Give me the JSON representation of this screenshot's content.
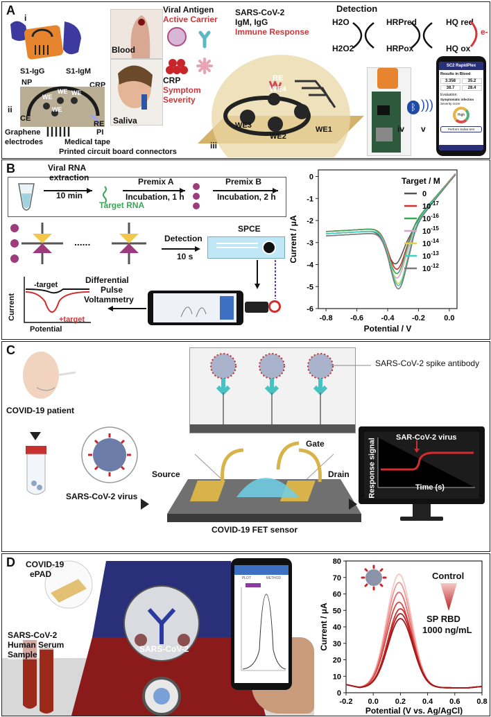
{
  "panel_a": {
    "label": "A",
    "sub_i": "i",
    "sub_ii": "ii",
    "sub_iii": "iii",
    "sub_iv": "iv",
    "sub_v": "v",
    "electrode_labels": [
      "S1-IgG",
      "S1-IgM",
      "NP",
      "CRP",
      "CE",
      "RE",
      "PI"
    ],
    "we": "WE",
    "graphene": "Graphene",
    "electrodes": "electrodes",
    "medical_tape": "Medical tape",
    "pcb": "Printed circuit board connectors",
    "blood": "Blood",
    "saliva": "Saliva",
    "viral_antigen": "Viral Antigen",
    "active_carrier": "Active Carrier",
    "crp": "CRP",
    "symptom": "Symptom",
    "severity": "Severity",
    "sars": "SARS-CoV-2",
    "igm_igg": "IgM, IgG",
    "immune": "Immune Response",
    "re": "RE",
    "we_numbered": [
      "WE4",
      "WE3",
      "WE2",
      "WE1"
    ],
    "detection": "Detection",
    "h2o": "H2O",
    "h2o2": "H2O2",
    "hrp_red": "HRPred",
    "hrp_ox": "HRPox",
    "hq_red": "HQ red",
    "hq_ox": "HQ ox",
    "electron": "e-",
    "phone": {
      "title": "SC2 RapidPlex",
      "results": "Results in Blood",
      "values": [
        "3.358",
        "35.2",
        "38.7",
        "28.4"
      ],
      "evaluation": "Evaluation:",
      "infection": "Symptomatic infection",
      "severity": "Severity score",
      "severity_value": "High",
      "button": "Perform Saliva test"
    }
  },
  "panel_b": {
    "label": "B",
    "viral_rna": "Viral RNA",
    "extraction": "extraction",
    "ten_min": "10 min",
    "target_rna": "Target RNA",
    "premix_a": "Premix A",
    "incubation_1h": "Incubation, 1 h",
    "premix_b": "Premix B",
    "incubation_2h": "Incubation, 2 h",
    "detection": "Detection",
    "ten_s": "10 s",
    "spce": "SPCE",
    "dpv": [
      "Differential",
      "Pulse",
      "Voltammetry"
    ],
    "minus_target": "-target",
    "plus_target": "+target",
    "current": "Current",
    "potential": "Potential",
    "dots": "......"
  },
  "panel_c": {
    "label": "C",
    "patient": "COVID-19 patient",
    "virus": "SARS-CoV-2 virus",
    "antibody": "SARS-CoV-2 spike antibody",
    "gate": "Gate",
    "source": "Source",
    "drain": "Drain",
    "sensor": "COVID-19 FET sensor",
    "signal_virus": "SAR-CoV-2 virus",
    "response": "Response signal",
    "time": "Time (s)"
  },
  "panel_d": {
    "label": "D",
    "epad": [
      "COVID-19",
      "ePAD"
    ],
    "sample": [
      "SARS-CoV-2",
      "Human Serum",
      "Sample"
    ],
    "sars": "SARS-CoV-2",
    "phone_tabs": [
      "PLOT",
      "METHOD"
    ],
    "control": "Control",
    "sp_rbd": "SP RBD",
    "conc": "1000 ng/mL"
  },
  "colors": {
    "accent_red": "#c9393b",
    "green": "#3aa657",
    "navy": "#2a2f7a",
    "dark_red": "#8b1a1a"
  },
  "chart_data": [
    {
      "type": "line",
      "panel": "B",
      "xlabel": "Potential / V",
      "ylabel": "Current / μA",
      "xlim": [
        -0.85,
        0.05
      ],
      "ylim": [
        -6,
        0.3
      ],
      "xticks": [
        "-0.8",
        "-0.6",
        "-0.4",
        "-0.2",
        "0.0"
      ],
      "yticks": [
        "0",
        "-1",
        "-2",
        "-3",
        "-4",
        "-5",
        "-6"
      ],
      "legend_title": "Target / M",
      "legend_position": "right",
      "series": [
        {
          "name": "0",
          "color": "#555555",
          "peak_x": -0.35,
          "peak_y": -3.85,
          "start_y": -2.6
        },
        {
          "name": "10-17",
          "color": "#d42b2b",
          "peak_x": -0.34,
          "peak_y": -4.1,
          "start_y": -2.5
        },
        {
          "name": "10-16",
          "color": "#3aa657",
          "peak_x": -0.34,
          "peak_y": -4.3,
          "start_y": -2.5
        },
        {
          "name": "10-15",
          "color": "#d9a3c9",
          "peak_x": -0.34,
          "peak_y": -4.5,
          "start_y": -2.7
        },
        {
          "name": "10-14",
          "color": "#e0d24a",
          "peak_x": -0.33,
          "peak_y": -4.75,
          "start_y": -2.6
        },
        {
          "name": "10-13",
          "color": "#3ccfc5",
          "peak_x": -0.33,
          "peak_y": -4.85,
          "start_y": -2.6
        },
        {
          "name": "10-12",
          "color": "#7a7a7a",
          "peak_x": -0.33,
          "peak_y": -5.0,
          "start_y": -2.7
        }
      ],
      "legend_labels": [
        {
          "base": "0",
          "exp": ""
        },
        {
          "base": "10",
          "exp": "-17"
        },
        {
          "base": "10",
          "exp": "-16"
        },
        {
          "base": "10",
          "exp": "-15"
        },
        {
          "base": "10",
          "exp": "-14"
        },
        {
          "base": "10",
          "exp": "-13"
        },
        {
          "base": "10",
          "exp": "-12"
        }
      ]
    },
    {
      "type": "line",
      "panel": "D",
      "xlabel": "Potential (V vs. Ag/AgCl)",
      "ylabel": "Current / μA",
      "xlim": [
        -0.2,
        0.8
      ],
      "ylim": [
        0,
        80
      ],
      "xticks": [
        "-0.2",
        "0.0",
        "0.2",
        "0.4",
        "0.6",
        "0.8"
      ],
      "yticks": [
        "0",
        "10",
        "20",
        "30",
        "40",
        "50",
        "60",
        "70",
        "80"
      ],
      "series": [
        {
          "color": "#f6c7c5",
          "peak_x": 0.19,
          "peak_y": 73
        },
        {
          "color": "#ef9a98",
          "peak_x": 0.19,
          "peak_y": 68
        },
        {
          "color": "#e56d6a",
          "peak_x": 0.19,
          "peak_y": 62
        },
        {
          "color": "#d84844",
          "peak_x": 0.19,
          "peak_y": 56
        },
        {
          "color": "#c83030",
          "peak_x": 0.2,
          "peak_y": 52
        },
        {
          "color": "#b52222",
          "peak_x": 0.2,
          "peak_y": 49
        },
        {
          "color": "#a01818",
          "peak_x": 0.2,
          "peak_y": 46
        }
      ]
    }
  ]
}
